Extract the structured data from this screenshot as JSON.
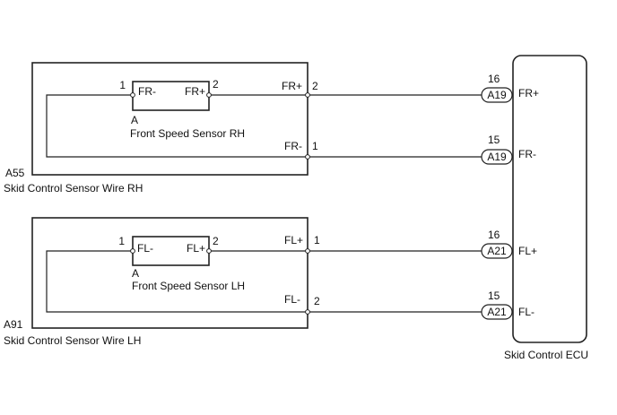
{
  "wire_rh": {
    "code": "A55",
    "name": "Skid Control Sensor Wire RH",
    "sensor": {
      "connector": "A",
      "name": "Front Speed Sensor RH",
      "pin1": "1",
      "pin1_label": "FR-",
      "pin2": "2",
      "pin2_label": "FR+"
    },
    "out_top_label": "FR+",
    "out_top_pin": "2",
    "out_bottom_label": "FR-",
    "out_bottom_pin": "1"
  },
  "wire_lh": {
    "code": "A91",
    "name": "Skid Control Sensor Wire LH",
    "sensor": {
      "connector": "A",
      "name": "Front Speed Sensor LH",
      "pin1": "1",
      "pin1_label": "FL-",
      "pin2": "2",
      "pin2_label": "FL+"
    },
    "out_top_label": "FL+",
    "out_top_pin": "1",
    "out_bottom_label": "FL-",
    "out_bottom_pin": "2"
  },
  "ecu": {
    "name": "Skid Control ECU",
    "terminals": [
      {
        "pin": "16",
        "connector": "A19",
        "label": "FR+"
      },
      {
        "pin": "15",
        "connector": "A19",
        "label": "FR-"
      },
      {
        "pin": "16",
        "connector": "A21",
        "label": "FL+"
      },
      {
        "pin": "15",
        "connector": "A21",
        "label": "FL-"
      }
    ]
  }
}
